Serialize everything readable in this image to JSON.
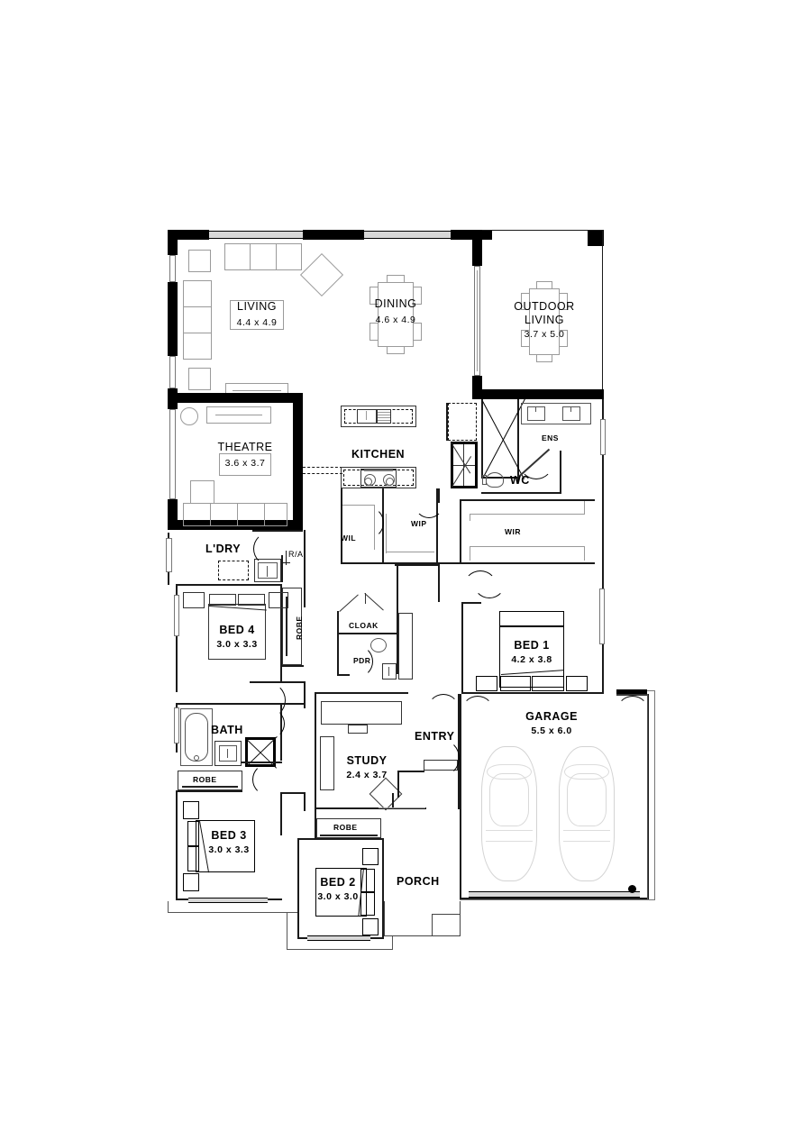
{
  "document": {
    "type": "architectural-floor-plan",
    "title": "Single storey residential floor plan",
    "units": "metres"
  },
  "rooms": [
    {
      "id": "living",
      "name": "LIVING",
      "dim": "4.4 x 4.9"
    },
    {
      "id": "dining",
      "name": "DINING",
      "dim": "4.6 x 4.9"
    },
    {
      "id": "outdoor_living",
      "name": "OUTDOOR",
      "name2": "LIVING",
      "dim": "3.7 x 5.0"
    },
    {
      "id": "theatre",
      "name": "THEATRE",
      "dim": "3.6 x 3.7"
    },
    {
      "id": "kitchen",
      "name": "KITCHEN",
      "dim": ""
    },
    {
      "id": "wil",
      "name": "WIL",
      "dim": ""
    },
    {
      "id": "wip",
      "name": "WIP",
      "dim": ""
    },
    {
      "id": "ens",
      "name": "ENS",
      "dim": ""
    },
    {
      "id": "wc",
      "name": "WC",
      "dim": ""
    },
    {
      "id": "wir",
      "name": "WIR",
      "dim": ""
    },
    {
      "id": "ldry",
      "name": "L'DRY",
      "dim": ""
    },
    {
      "id": "bed4",
      "name": "BED 4",
      "dim": "3.0 x 3.3"
    },
    {
      "id": "bed1",
      "name": "BED 1",
      "dim": "4.2 x 3.8"
    },
    {
      "id": "cloak",
      "name": "CLOAK",
      "dim": ""
    },
    {
      "id": "pdr",
      "name": "PDR",
      "dim": ""
    },
    {
      "id": "bath",
      "name": "BATH",
      "dim": ""
    },
    {
      "id": "study",
      "name": "STUDY",
      "dim": "2.4 x 3.7"
    },
    {
      "id": "entry",
      "name": "ENTRY",
      "dim": ""
    },
    {
      "id": "garage",
      "name": "GARAGE",
      "dim": "5.5 x 6.0"
    },
    {
      "id": "bed3",
      "name": "BED 3",
      "dim": "3.0 x 3.3"
    },
    {
      "id": "bed2",
      "name": "BED 2",
      "dim": "3.0 x 3.0"
    },
    {
      "id": "porch",
      "name": "PORCH",
      "dim": ""
    }
  ],
  "annotations": {
    "robe_bed4": "ROBE",
    "robe_bath": "ROBE",
    "robe_bed2": "ROBE",
    "ra_marker": "R/A"
  },
  "colors": {
    "wall": "#000000",
    "thin_wall": "#1a1a1a",
    "furniture": "#9a9a9a",
    "window_glass": "#d8d8d8",
    "car_outline": "#d6d6d6",
    "background": "#ffffff"
  }
}
